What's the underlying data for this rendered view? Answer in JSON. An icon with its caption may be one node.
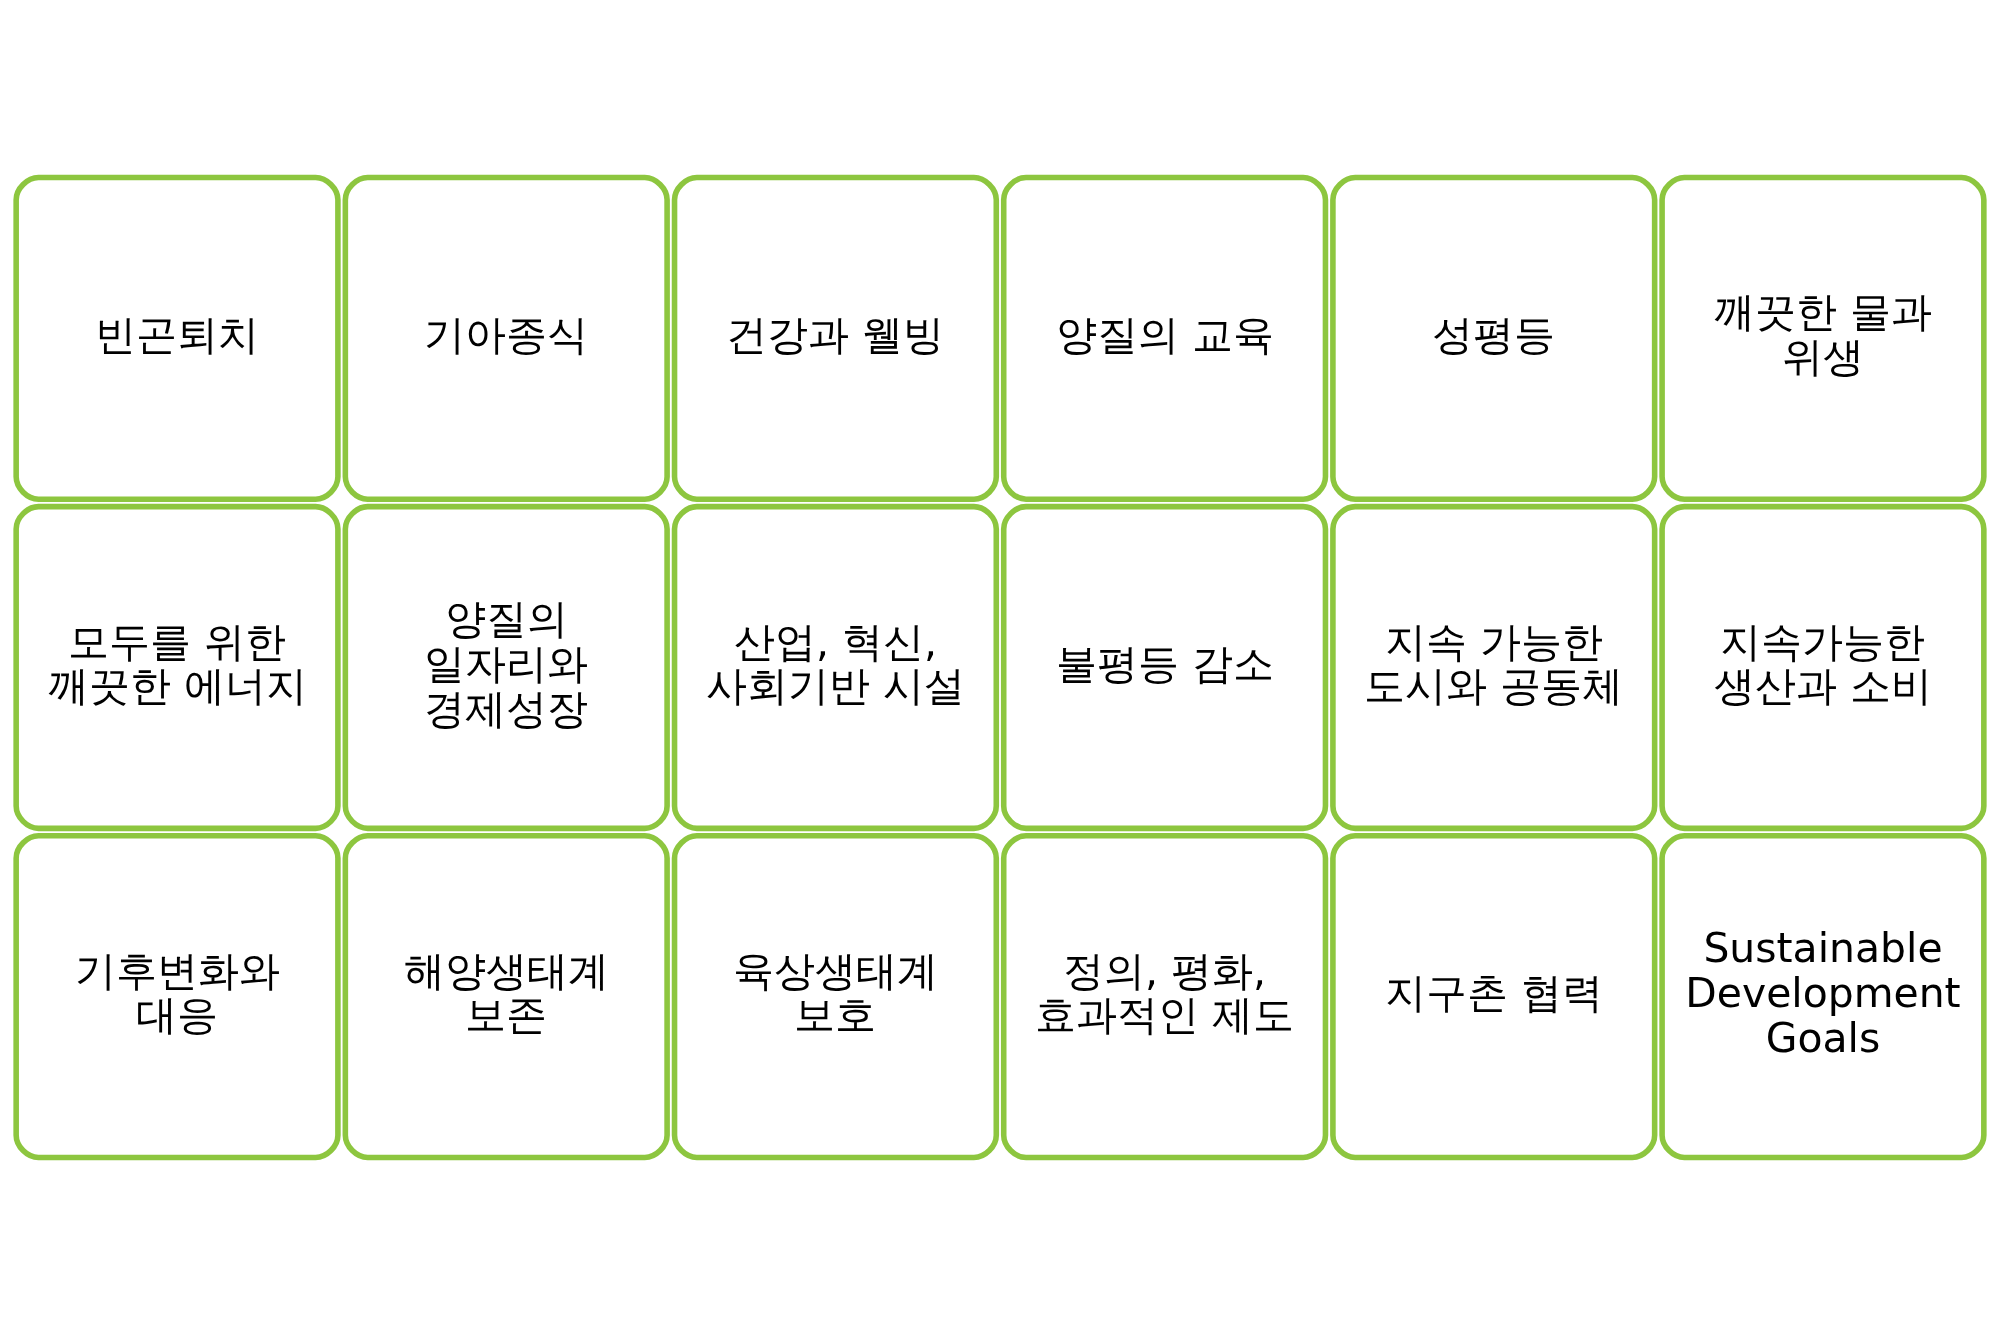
{
  "diagram": {
    "nodes": [
      {
        "text": [
          "빈곤퇴치"
        ]
      },
      {
        "text": [
          "기아종식"
        ]
      },
      {
        "text": [
          "건강과 웰빙"
        ]
      },
      {
        "text": [
          "양질의 교육"
        ]
      },
      {
        "text": [
          "성평등"
        ]
      },
      {
        "text": [
          "깨끗한 물과 위생"
        ]
      },
      {
        "text": [
          "모두를 위한 깨끗한 에너지"
        ]
      },
      {
        "text": [
          "양질의 일자리와 경제성장"
        ]
      },
      {
        "text": [
          "산업, 혁신, 사회기반 시설"
        ]
      },
      {
        "text": [
          "불평등 감소"
        ]
      },
      {
        "text": [
          "지속 가능한 도시와 공동체"
        ]
      },
      {
        "text": [
          "지속가능한 생산과 소비"
        ]
      },
      {
        "text": [
          "기후변화와 대응"
        ]
      },
      {
        "text": [
          "해양생태계 보존"
        ]
      },
      {
        "text": [
          "육상생태계 보호"
        ]
      },
      {
        "text": [
          "정의, 평화, 효과적인 제도"
        ]
      },
      {
        "text": [
          "지구촌 협력"
        ]
      },
      {
        "text": [
          "Sustainable Development Goals"
        ]
      }
    ],
    "edges": []
  }
}
